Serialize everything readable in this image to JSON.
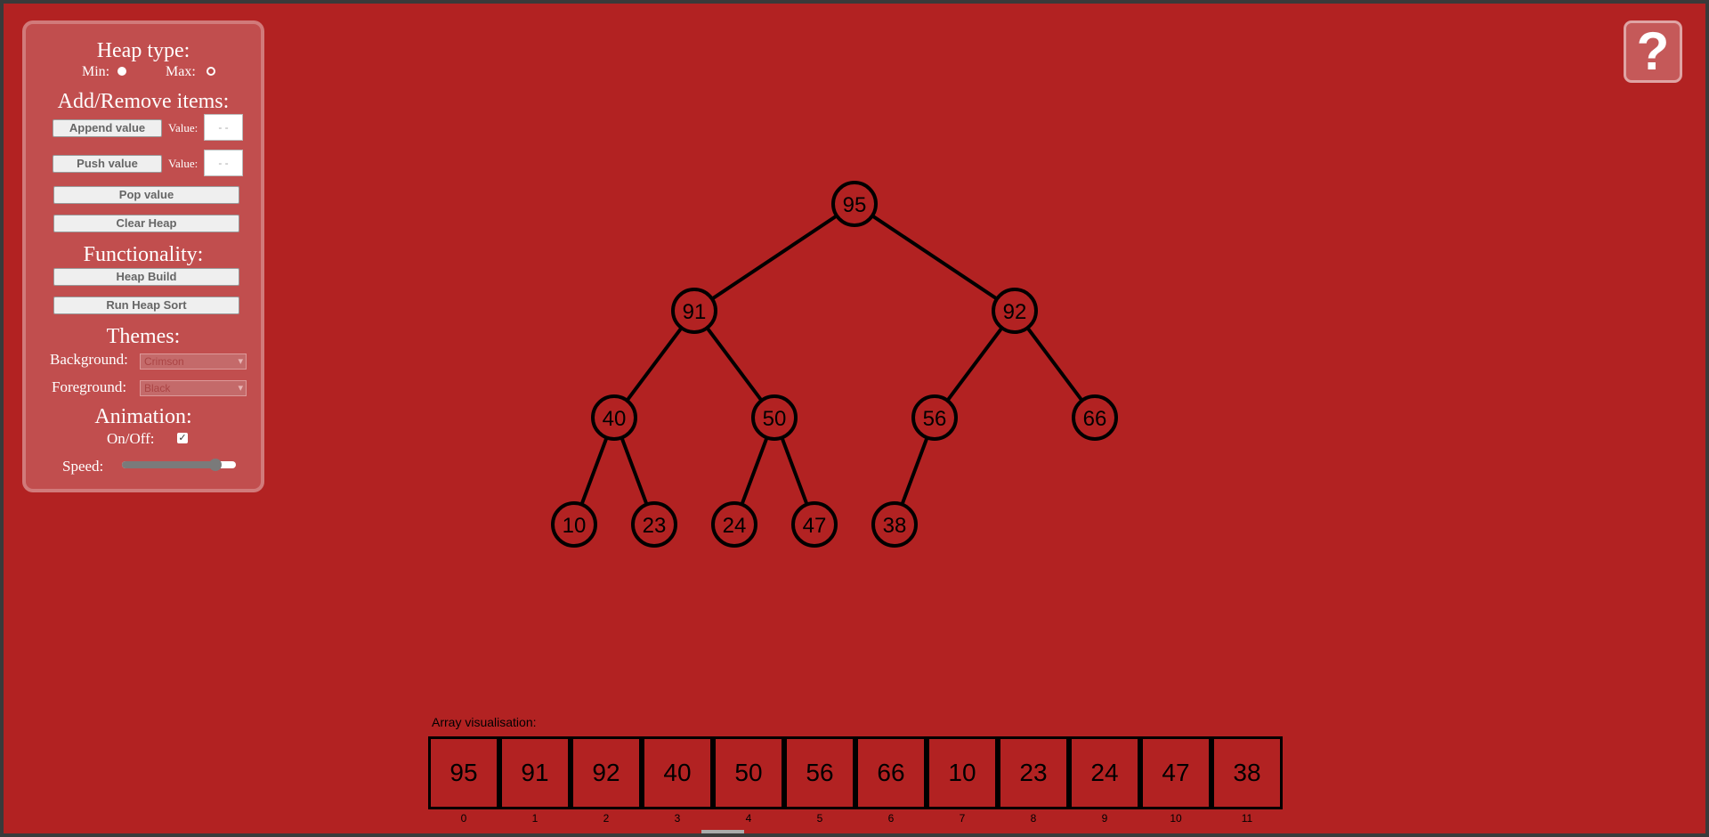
{
  "panel": {
    "heap_type_title": "Heap type:",
    "min_label": "Min:",
    "max_label": "Max:",
    "selected_type": "max",
    "add_remove_title": "Add/Remove items:",
    "append_button": "Append value",
    "push_button": "Push value",
    "value_label": "Value:",
    "value_placeholder": "- -",
    "pop_button": "Pop value",
    "clear_button": "Clear Heap",
    "functionality_title": "Functionality:",
    "heap_build_button": "Heap Build",
    "heap_sort_button": "Run Heap Sort",
    "themes_title": "Themes:",
    "background_label": "Background:",
    "background_value": "Crimson",
    "foreground_label": "Foreground:",
    "foreground_value": "Black",
    "animation_title": "Animation:",
    "onoff_label": "On/Off:",
    "animation_on": true,
    "speed_label": "Speed:",
    "speed_level": 0.82
  },
  "help_label": "?",
  "colors": {
    "background": "#b22222",
    "foreground": "#000000"
  },
  "tree": {
    "nodes": [
      95,
      91,
      92,
      40,
      50,
      56,
      66,
      10,
      23,
      24,
      47,
      38
    ]
  },
  "array": {
    "title": "Array visualisation:",
    "values": [
      95,
      91,
      92,
      40,
      50,
      56,
      66,
      10,
      23,
      24,
      47,
      38
    ],
    "indices": [
      "0",
      "1",
      "2",
      "3",
      "4",
      "5",
      "6",
      "7",
      "8",
      "9",
      "10",
      "11"
    ]
  }
}
